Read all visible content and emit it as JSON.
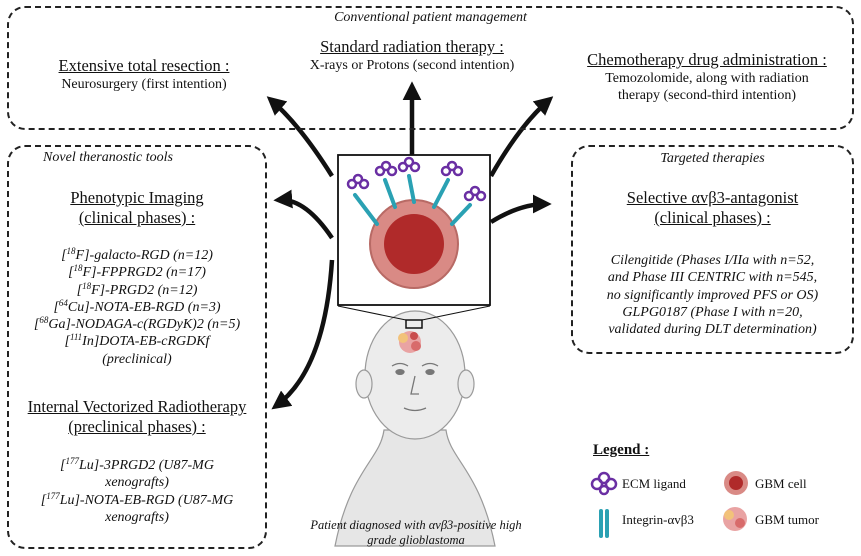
{
  "conventional": {
    "title": "Conventional patient management",
    "resection": {
      "heading": "Extensive total resection :",
      "detail": "Neurosurgery (first intention)"
    },
    "radiation": {
      "heading": "Standard radiation therapy :",
      "detail": "X-rays or Protons (second intention)"
    },
    "chemo": {
      "heading": "Chemotherapy drug administration :",
      "detail_1": "Temozolomide, along with radiation",
      "detail_2": "therapy (second-third intention)"
    }
  },
  "theranostic": {
    "title": "Novel theranostic tools",
    "imaging": {
      "heading_1": "Phenotypic Imaging",
      "heading_2": "(clinical phases) :",
      "items": [
        {
          "iso": "18",
          "text_pre": "[",
          "text": "F]-galacto-RGD (n=12)"
        },
        {
          "iso": "18",
          "text_pre": "[",
          "text": "F]-FPPRGD2 (n=17)"
        },
        {
          "iso": "18",
          "text_pre": "[",
          "text": "F]-PRGD2 (n=12)"
        },
        {
          "iso": "64",
          "text_pre": "[",
          "text": "Cu]-NOTA-EB-RGD (n=3)"
        },
        {
          "iso": "68",
          "text_pre": "[",
          "text": "Ga]-NODAGA-c(RGDyK)2 (n=5)"
        },
        {
          "iso": "111",
          "text_pre": "[",
          "text": "In]DOTA-EB-cRGDKf"
        }
      ],
      "last_line": "(preclinical)"
    },
    "radiotherapy": {
      "heading_1": "Internal Vectorized Radiotherapy",
      "heading_2": "(preclinical phases) :",
      "item_1": {
        "text_pre": "[",
        "iso": "177",
        "text_a": "Lu]-3PRGD2 (U87-MG",
        "text_b": "xenografts)"
      },
      "item_2": {
        "text_pre": "[",
        "iso": "177",
        "text_a": "Lu]-NOTA-EB-RGD (U87-MG",
        "text_b": "xenografts)"
      }
    }
  },
  "targeted": {
    "title": "Targeted therapies",
    "heading_1": "Selective αvβ3-antagonist",
    "heading_2": "(clinical phases) :",
    "lines": [
      "Cilengitide (Phases I/IIa with n=52,",
      "and Phase III CENTRIC with n=545,",
      "no significantly improved PFS or OS)",
      "GLPG0187 (Phase I with n=20,",
      "validated during DLT determination)"
    ]
  },
  "patient": {
    "caption_1": "Patient diagnosed with αvβ3-positive high",
    "caption_2": "grade glioblastoma"
  },
  "legend": {
    "title": "Legend :",
    "items": [
      {
        "label": "ECM ligand",
        "icon": "ecm-ligand-icon"
      },
      {
        "label": "GBM cell",
        "icon": "gbm-cell-icon"
      },
      {
        "label": "Integrin-αvβ3",
        "icon": "integrin-icon"
      },
      {
        "label": "GBM tumor",
        "icon": "gbm-tumor-icon"
      }
    ]
  },
  "colors": {
    "ligand": "#6a2fa3",
    "integrin": "#2aa1b3",
    "cell_outer": "#d98a85",
    "cell_inner": "#b02a2a",
    "skin": "#eeeeee"
  }
}
